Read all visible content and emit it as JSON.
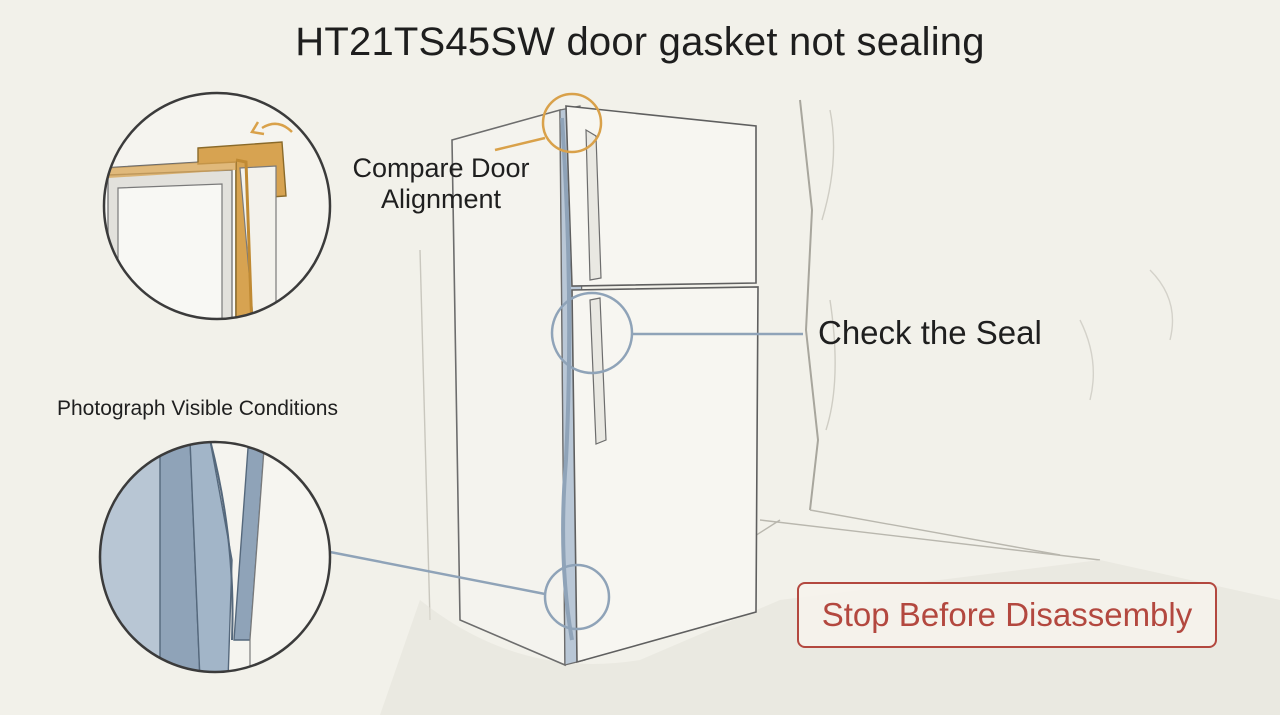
{
  "title": "HT21TS45SW door gasket not sealing",
  "callouts": {
    "align": "Compare Door\nAlignment",
    "seal": "Check the Seal",
    "photo": "Photograph Visible Conditions",
    "stop": "Stop Before Disassembly"
  },
  "colors": {
    "background": "#f2f1ea",
    "gasket_blue": "#8fa3b8",
    "highlight_orange": "#d9a14a",
    "warning_red": "#b3483f"
  }
}
